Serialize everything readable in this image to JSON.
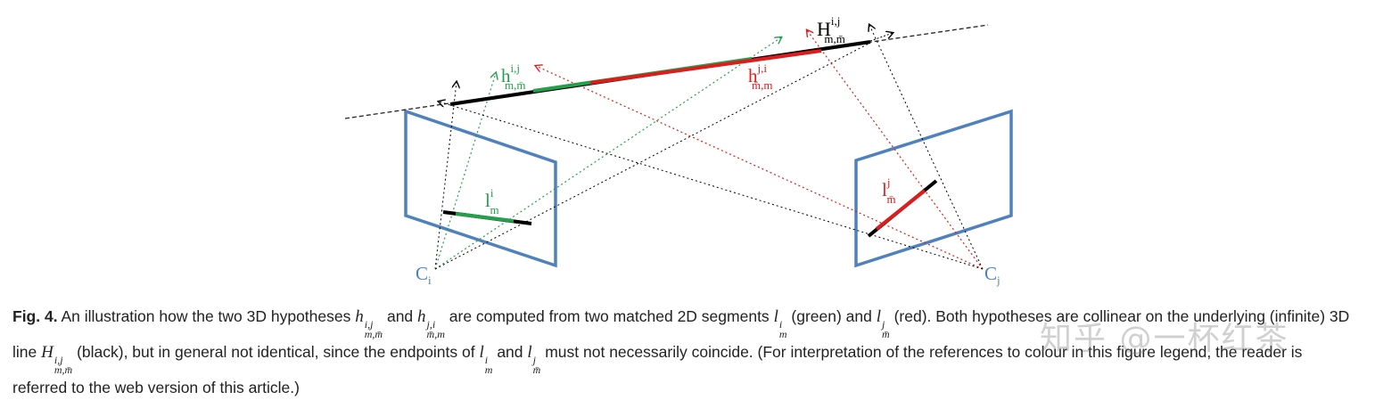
{
  "figure": {
    "labels": {
      "H_base": "H",
      "H_sup": "i,j",
      "H_sub": "m,m̄",
      "h1_base": "h",
      "h1_sup": "i,j",
      "h1_sub": "m,m̄",
      "h2_base": "h",
      "h2_sup": "j,i",
      "h2_sub": "m̄,m",
      "l1_base": "l",
      "l1_sup": "i",
      "l1_sub": "m",
      "l2_base": "l",
      "l2_sup": "j",
      "l2_sub": "m̄",
      "ci_base": "C",
      "ci_sub": "i",
      "cj_base": "C",
      "cj_sub": "j"
    },
    "colors": {
      "green": "#22a04b",
      "red": "#e01b1b",
      "black": "#000000",
      "blue": "#4f81bd",
      "grey": "#333333"
    }
  },
  "caption": {
    "label": "Fig. 4.",
    "t1": "An illustration how the two 3D hypotheses",
    "t2": "and",
    "t3": "are computed from two matched 2D segments",
    "t4": "(green) and",
    "t5": "(red). Both hypotheses are collinear on the underlying (infinite) 3D line",
    "t6": "(black), but in general not identical, since the endpoints of",
    "t7": "and",
    "t8": "must not necessarily coincide. (For interpretation of the references to colour in this figure legend, the reader is referred to the web version of this article.)",
    "h": "h",
    "H": "H",
    "l": "l",
    "sup_ij": "i,j",
    "sup_ji": "j,i",
    "sup_i": "i",
    "sup_j": "j",
    "sub_mmb": "m,m̄",
    "sub_mbm": "m̄,m",
    "sub_m": "m",
    "sub_mb": "m̄"
  },
  "watermark": "知乎 @一杯红茶"
}
